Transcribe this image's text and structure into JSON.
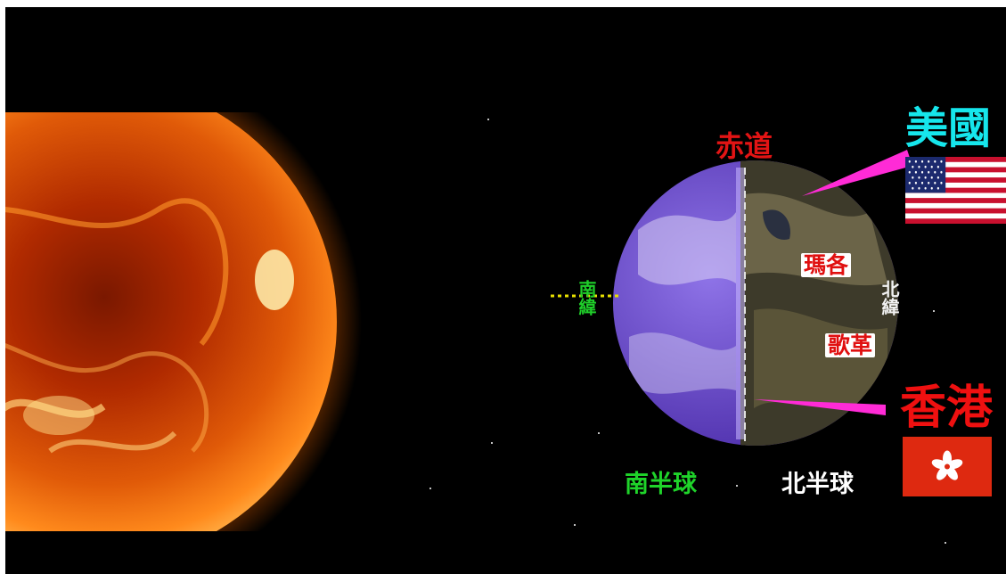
{
  "equator_label": "赤道",
  "south_tropic_label": "南緯",
  "north_tropic_label": "北緯",
  "city_labels": [
    "瑪各",
    "歌革"
  ],
  "hemispheres": {
    "south": "南半球",
    "north": "北半球"
  },
  "countries": {
    "usa": "美國",
    "hong_kong": "香港"
  },
  "colors": {
    "background": "#000000",
    "equator": "#e21414",
    "south": "#1fcf2a",
    "north": "#ffffff",
    "usa_title": "#16e6ec",
    "hk_title": "#ef1010",
    "pointer": "#ff2bd6",
    "tropic_line": "#e8e000"
  }
}
